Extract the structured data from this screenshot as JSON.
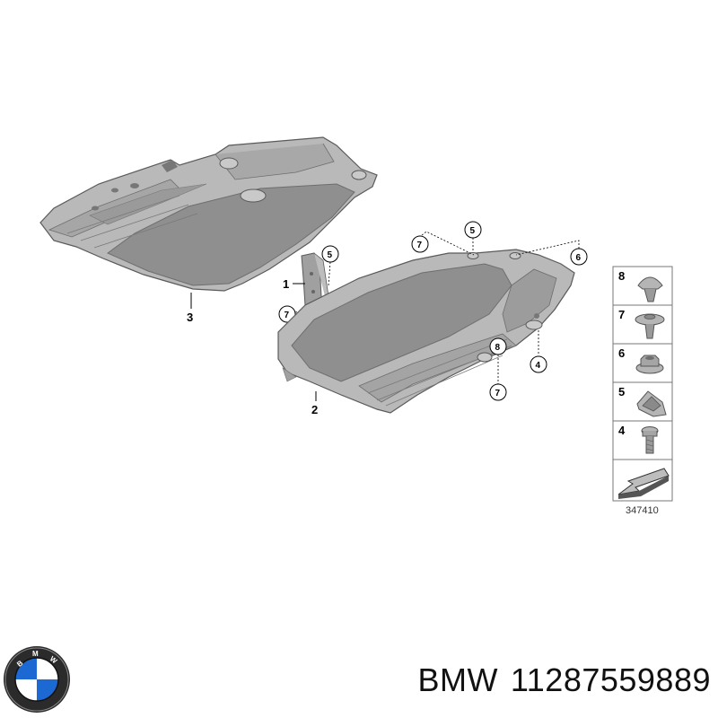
{
  "parts": {
    "label_1": "1",
    "label_2": "2",
    "label_3": "3",
    "label_4": "4"
  },
  "callouts": {
    "c5_bracket": "5",
    "c7_bracket": "7",
    "c7_top": "7",
    "c5_top": "5",
    "c6_right": "6",
    "c8_mid": "8",
    "c7_mid": "7"
  },
  "legend": {
    "items": [
      {
        "number": "8",
        "icon": "push-rivet-icon"
      },
      {
        "number": "7",
        "icon": "expanding-rivet-icon"
      },
      {
        "number": "6",
        "icon": "flange-nut-icon"
      },
      {
        "number": "5",
        "icon": "spring-nut-icon"
      },
      {
        "number": "4",
        "icon": "screw-icon"
      }
    ],
    "arrow_icon": "direction-arrow-icon"
  },
  "diagram_ref": "347410",
  "caption": {
    "brand": "BMW",
    "part_number": "11287559889"
  },
  "colors": {
    "panel_fill": "#8f8f8f",
    "panel_light": "#b9b9b9",
    "panel_dark": "#6e6e6e",
    "outline": "#5a5a5a"
  }
}
